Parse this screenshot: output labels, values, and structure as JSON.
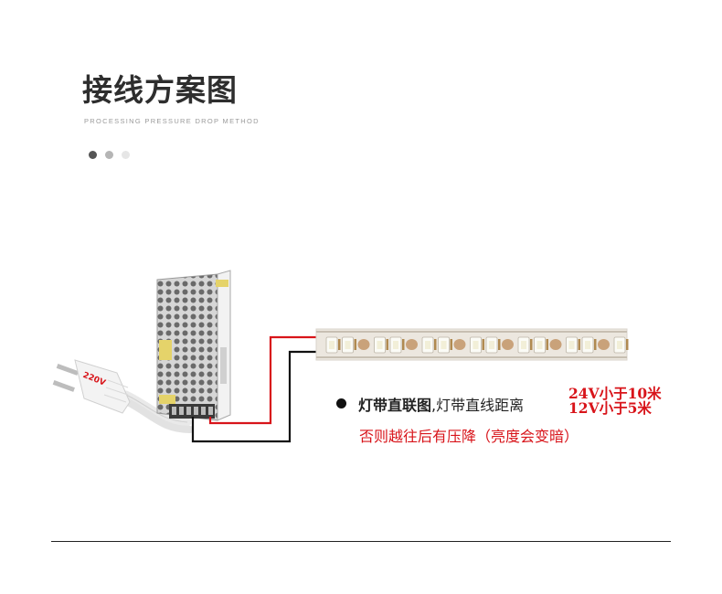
{
  "title": "接线方案图",
  "subtitle": "PROCESSING PRESSURE DROP METHOD",
  "pagination": {
    "count": 3,
    "active_index": 0,
    "colors": [
      "#555555",
      "#b5b5b5",
      "#e6e6e6"
    ]
  },
  "plug": {
    "label": "220V"
  },
  "description": {
    "bold_label": "灯带直联图",
    "text": ",灯带直线距离",
    "spec_24v": "24V小于10米",
    "spec_12v": "12V小于5米",
    "warning": "否则越往后有压降（亮度会变暗）"
  },
  "colors": {
    "accent_red": "#d8141a",
    "wire_red": "#d8141a",
    "wire_black": "#111111",
    "strip_bg": "#ece7df",
    "led_resistor": "#c9a27a"
  }
}
